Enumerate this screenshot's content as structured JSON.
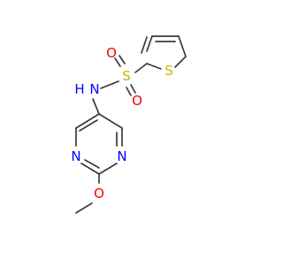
{
  "molecule": {
    "colors": {
      "bond": "#3a3a3a",
      "oxygen": "#ff0000",
      "nitrogen": "#0000ff",
      "sulfur": "#c8b400",
      "background": "#ffffff"
    },
    "atom_labels": {
      "sulfonyl_o_top": "O",
      "sulfonyl_s": "S",
      "sulfonyl_o_bottom": "O",
      "thiophene_s": "S",
      "amine_n": "N",
      "amine_h": "H",
      "pyrimidine_n_left": "N",
      "pyrimidine_n_right": "N",
      "methoxy_o": "O"
    }
  }
}
